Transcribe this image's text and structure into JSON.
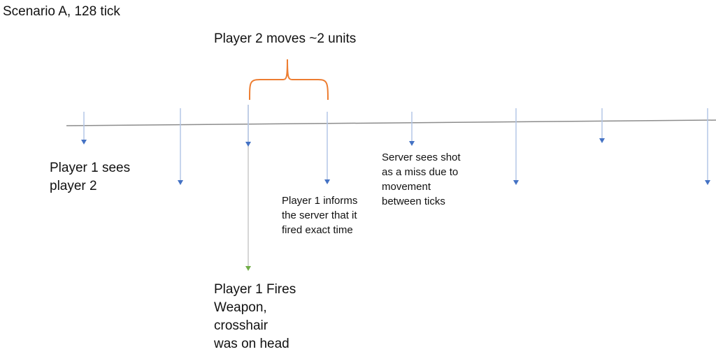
{
  "title": "Scenario A, 128 tick",
  "brace_label": "Player 2 moves ~2 units",
  "labels": {
    "p1_sees": "Player 1 sees\nplayer 2",
    "p1_informs": "Player 1 informs\nthe server that it\nfired exact time",
    "server_sees": "Server sees shot\nas a miss due to\nmovement\nbetween ticks",
    "p1_fires": "Player 1 Fires\nWeapon,\ncrosshair\nwas on head"
  },
  "colors": {
    "timeline": "#8c8c8c",
    "tick": "#b4c7e7",
    "arrowhead": "#4472c4",
    "fire_arrowhead": "#70ad47",
    "brace": "#ed7d31"
  }
}
